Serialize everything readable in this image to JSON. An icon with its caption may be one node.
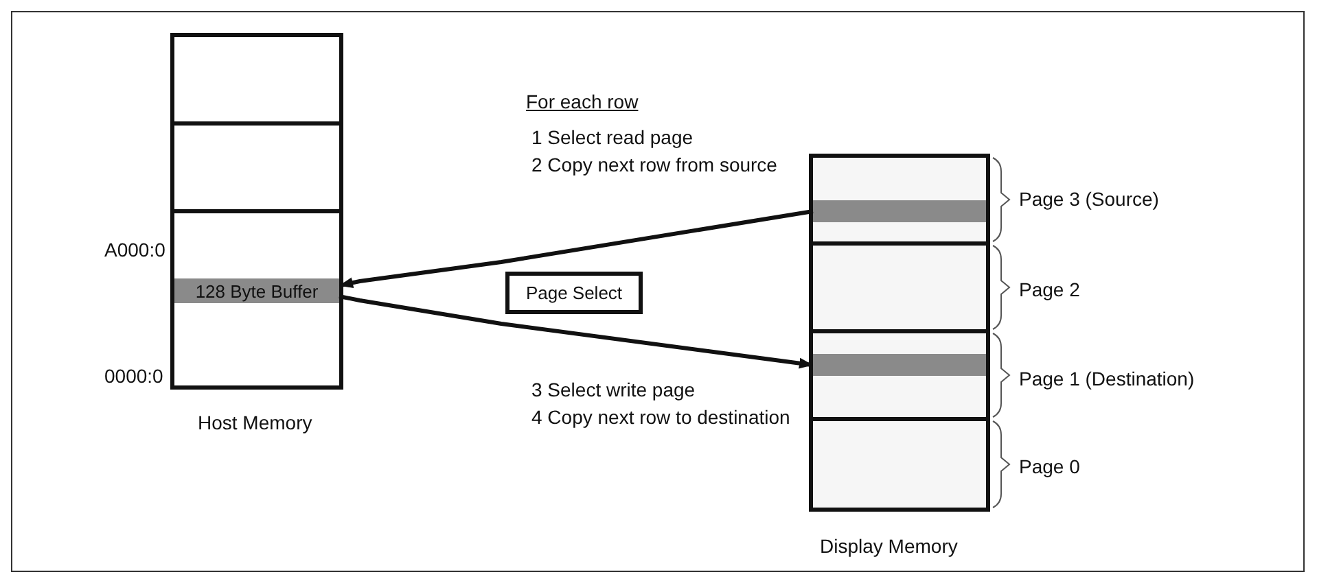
{
  "diagram": {
    "nodes": [
      {
        "text": [],
        "shape": "box",
        "beside": [
          "Host Memory"
        ]
      },
      {
        "text": [
          "128 Byte Buffer"
        ],
        "in": 0
      },
      {
        "text": [
          "Page Select"
        ]
      },
      {
        "text": [],
        "shape": "box",
        "beside": [
          "Display Memory"
        ]
      },
      {
        "text": [],
        "shape": "box",
        "in": 3,
        "beside": [
          "Page 3 (Source)"
        ]
      },
      {
        "text": [],
        "shape": "bar",
        "in": 4
      },
      {
        "text": [],
        "shape": "box",
        "in": 3,
        "beside": [
          "Page 2"
        ]
      },
      {
        "text": [],
        "shape": "box",
        "in": 3,
        "beside": [
          "Page 1 (Destination)"
        ]
      },
      {
        "text": [],
        "shape": "bar",
        "in": 7
      },
      {
        "text": [],
        "shape": "box",
        "in": 3,
        "beside": [
          "Page 0"
        ]
      }
    ],
    "edges": [
      {
        "from": 5,
        "to": 1,
        "arrow": "to"
      },
      {
        "from": 1,
        "to": 8,
        "arrow": "to"
      }
    ],
    "labels": [
      "For each row",
      "1 Select read page",
      "2 Copy next row from source",
      "A000:0",
      "3 Select write page",
      "4 Copy next row to destination",
      "0000:0"
    ]
  }
}
